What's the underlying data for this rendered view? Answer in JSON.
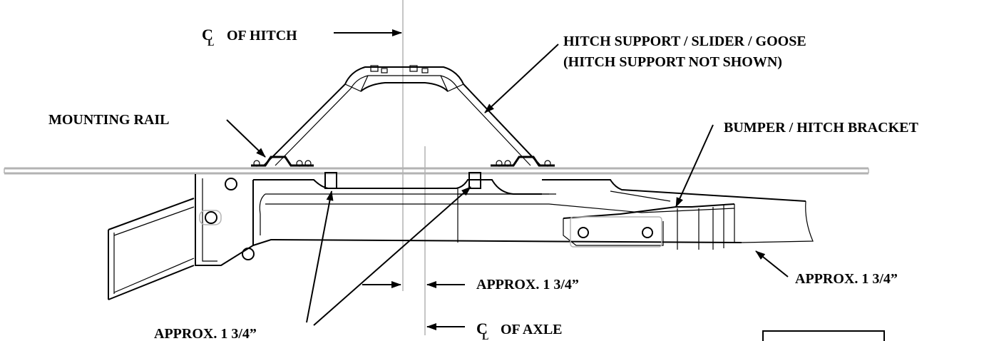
{
  "labels": {
    "cl_symbol": "C",
    "cl_sub": "L",
    "cl_hitch_text": "OF HITCH",
    "cl_axle_text": "OF AXLE",
    "hitch_support_line1": "HITCH SUPPORT / SLIDER / GOOSE",
    "hitch_support_line2": "(HITCH SUPPORT NOT SHOWN)",
    "mounting_rail": "MOUNTING RAIL",
    "bumper_bracket": "BUMPER / HITCH BRACKET",
    "approx_center": "APPROX. 1 3/4”",
    "approx_bumper": "APPROX. 1 3/4”",
    "approx_lower": "APPROX. 1 3/4”"
  },
  "colors": {
    "line": "#000000",
    "reference_line": "#b3b3b3",
    "background": "#ffffff"
  }
}
